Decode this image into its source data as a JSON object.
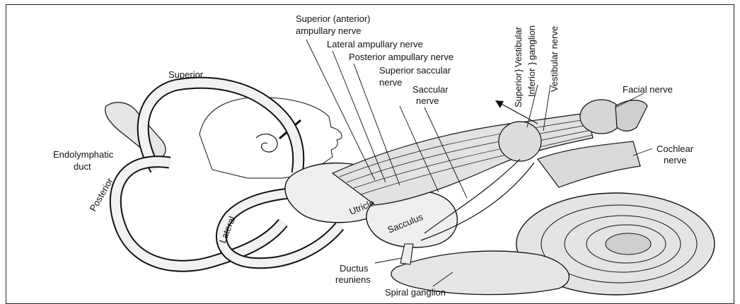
{
  "labels": {
    "superior_anterior_ampullary_nerve_1": "Superior (anterior)",
    "superior_anterior_ampullary_nerve_2": "ampullary nerve",
    "lateral_ampullary_nerve": "Lateral ampullary nerve",
    "posterior_ampullary_nerve": "Posterior ampullary nerve",
    "superior_saccular_nerve_1": "Superior saccular",
    "superior_saccular_nerve_2": "nerve",
    "saccular_nerve_1": "Saccular",
    "saccular_nerve_2": "nerve",
    "superior_canal": "Superior",
    "endolymphatic_duct_1": "Endolymphatic",
    "endolymphatic_duct_2": "duct",
    "posterior_canal": "Posterior",
    "lateral_canal": "Lateral",
    "utricle": "Utricle",
    "sacculus": "Sacculus",
    "ductus_reuniens_1": "Ductus",
    "ductus_reuniens_2": "reuniens",
    "spiral_ganglion": "Spiral ganglion",
    "facial_nerve": "Facial nerve",
    "cochlear_nerve_1": "Cochlear",
    "cochlear_nerve_2": "nerve",
    "superior_vertical": "Superior",
    "inferior_vertical": "Inferior",
    "vestibular_vertical": "Vestibular",
    "ganglion_vertical": "ganglion",
    "vestibular_nerve_vertical": "Vestibular nerve"
  }
}
